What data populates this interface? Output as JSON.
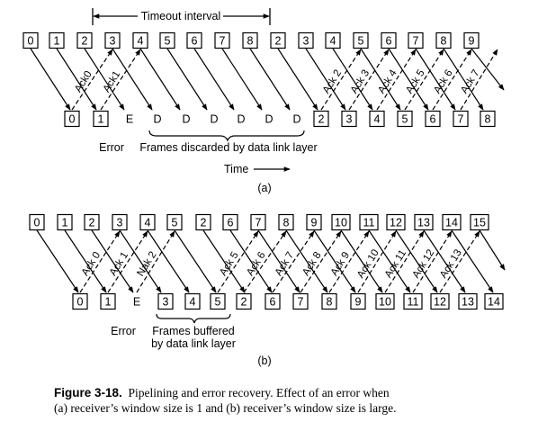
{
  "part_a": {
    "timeout_label": "Timeout interval",
    "sent_frames": [
      "0",
      "1",
      "2",
      "3",
      "4",
      "5",
      "6",
      "7",
      "8",
      "2",
      "3",
      "4",
      "5",
      "6",
      "7",
      "8",
      "9"
    ],
    "received": [
      "0",
      "1",
      "E",
      "D",
      "D",
      "D",
      "D",
      "D",
      "D",
      "2",
      "3",
      "4",
      "5",
      "6",
      "7",
      "8"
    ],
    "acks": [
      "Ack0",
      "Ack1",
      "Ack 2",
      "Ack 3",
      "Ack 4",
      "Ack 5",
      "Ack 6",
      "Ack 7"
    ],
    "error_label": "Error",
    "discarded_label": "Frames discarded by data link layer",
    "time_label": "Time",
    "sub_label": "(a)"
  },
  "part_b": {
    "sent_frames": [
      "0",
      "1",
      "2",
      "3",
      "4",
      "5",
      "2",
      "6",
      "7",
      "8",
      "9",
      "10",
      "11",
      "12",
      "13",
      "14",
      "15"
    ],
    "received": [
      "0",
      "1",
      "E",
      "3",
      "4",
      "5",
      "2",
      "6",
      "7",
      "8",
      "9",
      "10",
      "11",
      "12",
      "13",
      "14"
    ],
    "acks": [
      "Ack 0",
      "Ack 1",
      "Nak 2",
      "Ack 5",
      "Ack 6",
      "Ack 7",
      "Ack 8",
      "Ack 9",
      "Ack 10",
      "Ack 11",
      "Ack 12",
      "Ack 13"
    ],
    "error_label": "Error",
    "buffered_label_1": "Frames buffered",
    "buffered_label_2": "by data link layer",
    "sub_label": "(b)"
  },
  "caption": {
    "label": "Figure 3-18.",
    "line1": "Pipelining and error recovery. Effect of an error when",
    "line2": "(a) receiver’s window size is 1 and (b) receiver’s window size is large."
  }
}
